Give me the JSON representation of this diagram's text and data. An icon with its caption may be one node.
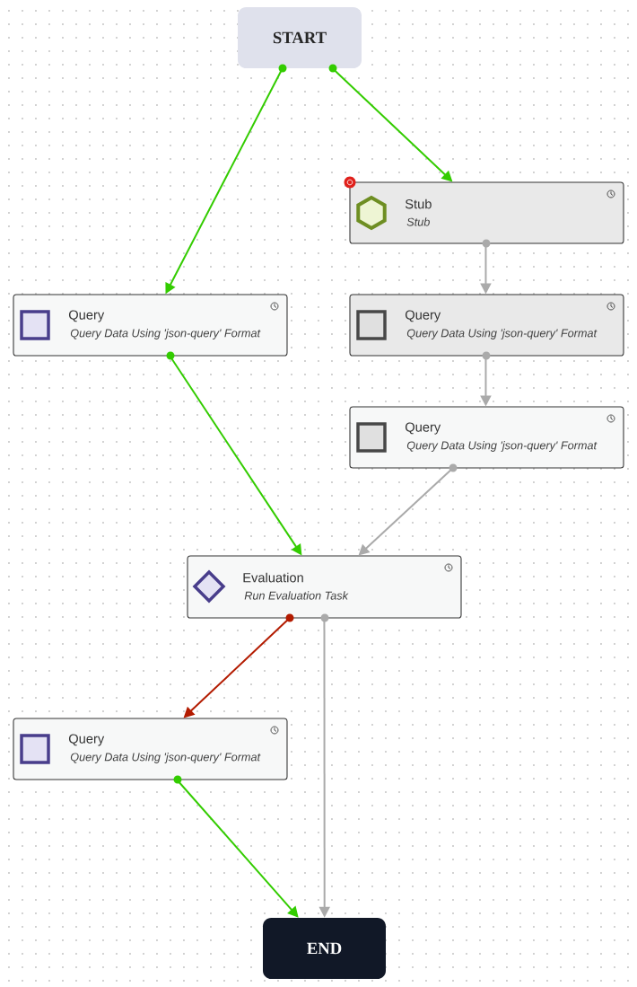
{
  "diagram": {
    "nodes": [
      {
        "text": [
          "START"
        ]
      },
      {
        "text": [
          "Stub",
          "Stub"
        ]
      },
      {
        "text": [
          "Query",
          "Query Data Using 'json-query' Format"
        ]
      },
      {
        "text": [
          "Query",
          "Query Data Using 'json-query' Format"
        ]
      },
      {
        "text": [
          "Query",
          "Query Data Using 'json-query' Format"
        ]
      },
      {
        "text": [
          "Evaluation",
          "Run Evaluation Task"
        ]
      },
      {
        "text": [
          "Query",
          "Query Data Using 'json-query' Format"
        ]
      },
      {
        "text": [
          "END"
        ]
      }
    ],
    "edges": [
      {
        "from": 0,
        "to": 2,
        "arrow": "to",
        "color": "#33cc00"
      },
      {
        "from": 0,
        "to": 1,
        "arrow": "to",
        "color": "#33cc00"
      },
      {
        "from": 1,
        "to": 3,
        "arrow": "to",
        "color": "#aaaaaa"
      },
      {
        "from": 3,
        "to": 4,
        "arrow": "to",
        "color": "#aaaaaa"
      },
      {
        "from": 2,
        "to": 5,
        "arrow": "to",
        "color": "#33cc00"
      },
      {
        "from": 4,
        "to": 5,
        "arrow": "to",
        "color": "#aaaaaa"
      },
      {
        "from": 5,
        "to": 6,
        "arrow": "to",
        "color": "#b31b00"
      },
      {
        "from": 5,
        "to": 7,
        "arrow": "to",
        "color": "#aaaaaa"
      },
      {
        "from": 6,
        "to": 7,
        "arrow": "to",
        "color": "#33cc00"
      }
    ]
  }
}
